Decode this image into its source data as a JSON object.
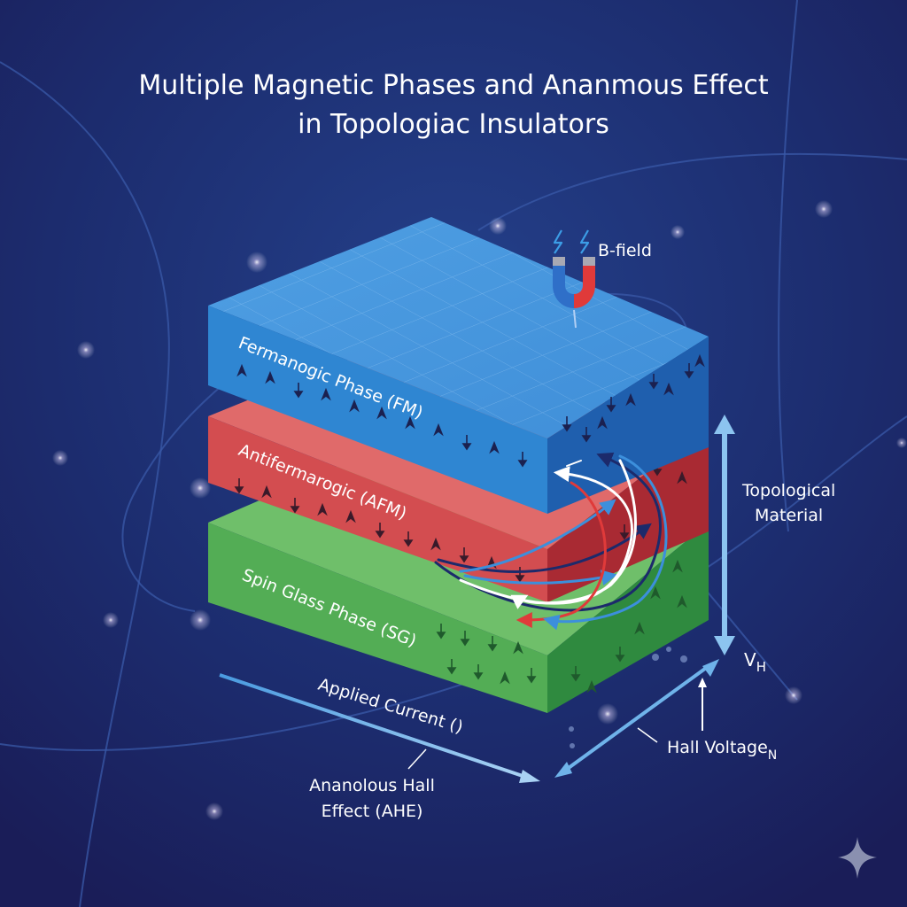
{
  "title": {
    "line1": "Multiple Magnetic Phases and Ananmous Effect",
    "line2": "in Topologiac Insulators"
  },
  "magnet": {
    "label": "B-field",
    "icon": "horseshoe-magnet-icon",
    "spark_icon": "lightning-bolt-icon"
  },
  "layers": [
    {
      "id": "fm",
      "label": "Fermanogic Phase (FM)",
      "color_top": "#4a9be0",
      "color_front": "#2f86d2",
      "color_side": "#1f5fae"
    },
    {
      "id": "afm",
      "label": "Antifermarogic (AFM)",
      "color_top": "#e06a6a",
      "color_front": "#d34d50",
      "color_side": "#a92a33"
    },
    {
      "id": "sg",
      "label": "Spin Glass Phase (SG)",
      "color_top": "#6fbf6a",
      "color_front": "#53ad55",
      "color_side": "#2f8a3f"
    }
  ],
  "annotations": {
    "topological_material_line1": "Topological",
    "topological_material_line2": "Material",
    "vh_main": "V",
    "vh_sub": "H",
    "hall_voltage_main": "Hall Voltage",
    "hall_voltage_sub": "N",
    "applied_current": "Applied Current ()",
    "ahe_line1": "Ananolous Hall",
    "ahe_line2": "Effect (AHE)"
  },
  "colors": {
    "background_top": "#1f3275",
    "background_bottom": "#1b1f5c",
    "arrow_light_blue": "#6fb3ea",
    "orbit_line": "#3a5aa8",
    "watermark": "#8a90b0"
  },
  "watermark": {
    "icon": "sparkle-star-icon"
  }
}
